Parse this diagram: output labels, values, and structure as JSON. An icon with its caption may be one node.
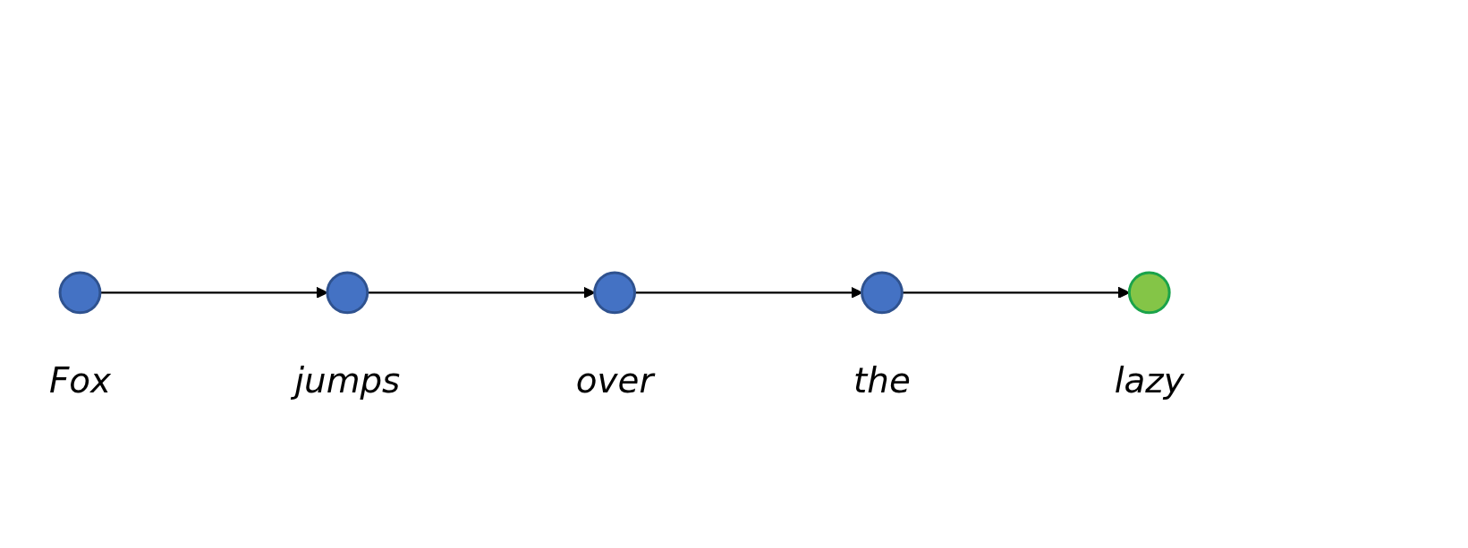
{
  "diagram": {
    "nodes": [
      {
        "text": [],
        "shape": "circle",
        "beside": [
          "Fox"
        ]
      },
      {
        "text": [],
        "shape": "circle",
        "beside": [
          "jumps"
        ]
      },
      {
        "text": [],
        "shape": "circle",
        "beside": [
          "over"
        ]
      },
      {
        "text": [],
        "shape": "circle",
        "beside": [
          "the"
        ]
      },
      {
        "text": [],
        "shape": "circle",
        "beside": [
          "lazy"
        ]
      }
    ],
    "edges": [
      {
        "from": 0,
        "to": 1,
        "arrow": "to"
      },
      {
        "from": 1,
        "to": 2,
        "arrow": "to"
      },
      {
        "from": 2,
        "to": 3,
        "arrow": "to"
      },
      {
        "from": 3,
        "to": 4,
        "arrow": "to"
      }
    ]
  }
}
